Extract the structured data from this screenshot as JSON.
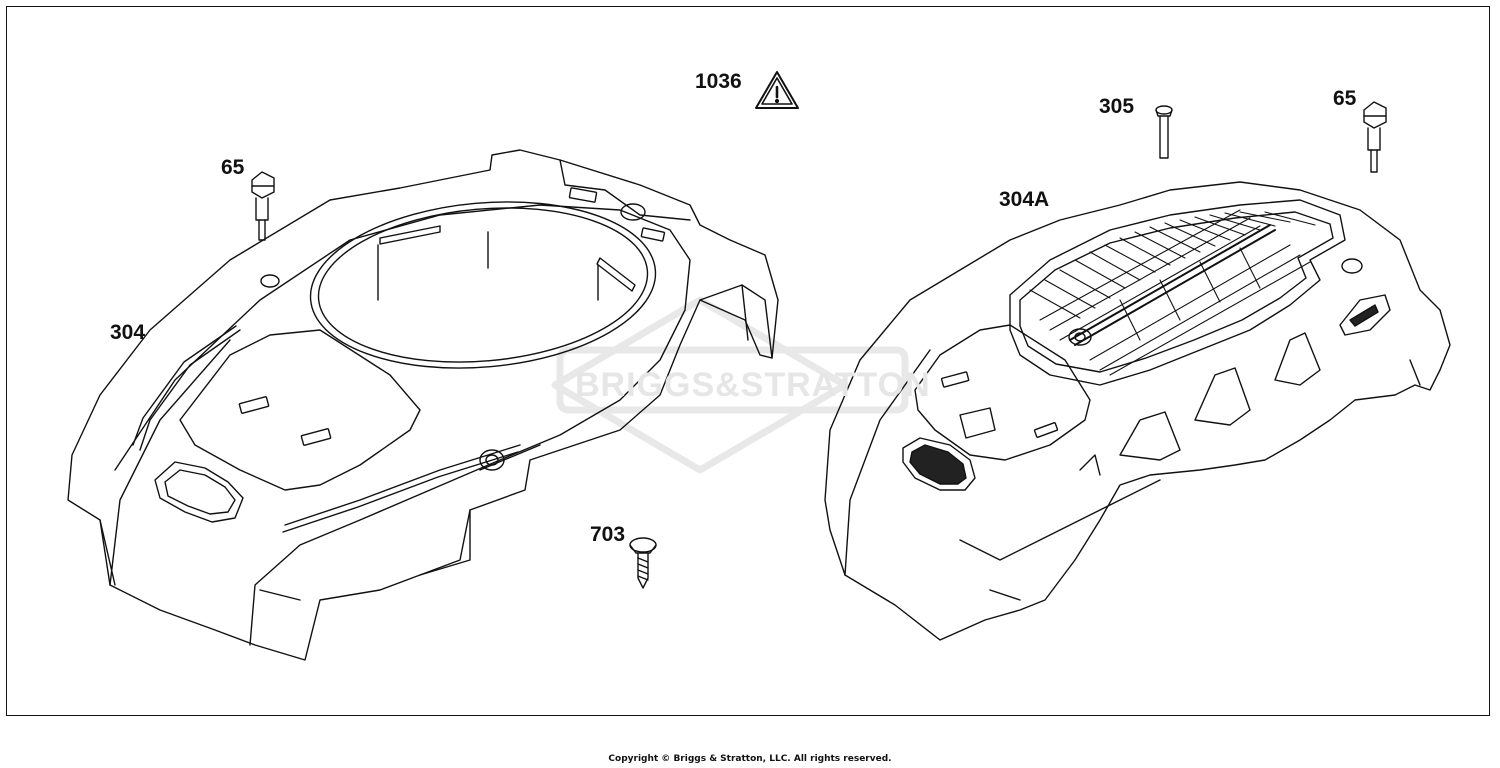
{
  "watermark": {
    "text": "BRIGGS&STRATTON"
  },
  "callouts": [
    {
      "id": "c1036",
      "label": "1036"
    },
    {
      "id": "c305",
      "label": "305"
    },
    {
      "id": "c65-right",
      "label": "65"
    },
    {
      "id": "c65-left",
      "label": "65"
    },
    {
      "id": "c304a",
      "label": "304A"
    },
    {
      "id": "c304",
      "label": "304"
    },
    {
      "id": "c703",
      "label": "703"
    }
  ],
  "warning_icon": "warning-triangle-icon",
  "copyright": "Copyright © Briggs & Stratton, LLC. All rights reserved."
}
